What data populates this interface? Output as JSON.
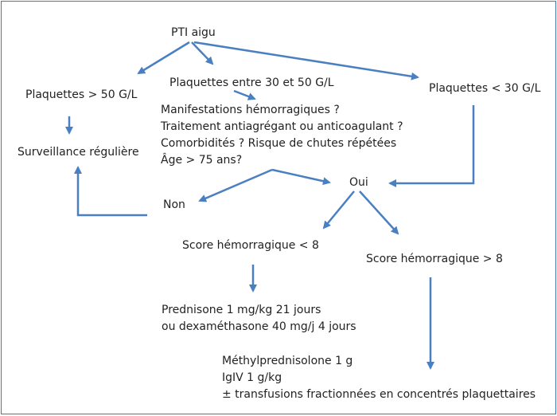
{
  "diagram": {
    "nodes": {
      "root": "PTI aigu",
      "gt50": "Plaquettes > 50 G/L",
      "mid": "Plaquettes entre 30 et 50 G/L",
      "lt30": "Plaquettes < 30 G/L",
      "questions": [
        "Manifestations hémorragiques ?",
        "Traitement antiagrégant ou anticoagulant ?",
        "Comorbidités ? Risque de chutes répétées",
        "Âge > 75 ans?"
      ],
      "surveillance": "Surveillance régulière",
      "non": "Non",
      "oui": "Oui",
      "score_lt8": "Score hémorragique < 8",
      "score_gt8": "Score hémorragique > 8",
      "treatment_lt8": [
        "Prednisone 1 mg/kg 21 jours",
        "ou dexaméthasone 40 mg/j 4 jours"
      ],
      "treatment_gt8": [
        "Méthylprednisolone 1 g",
        "IgIV 1 g/kg",
        "± transfusions fractionnées en concentrés plaquettaires"
      ]
    },
    "colors": {
      "arrow": "#4a7fc1",
      "text": "#222222",
      "border": "#3e78b2"
    }
  }
}
